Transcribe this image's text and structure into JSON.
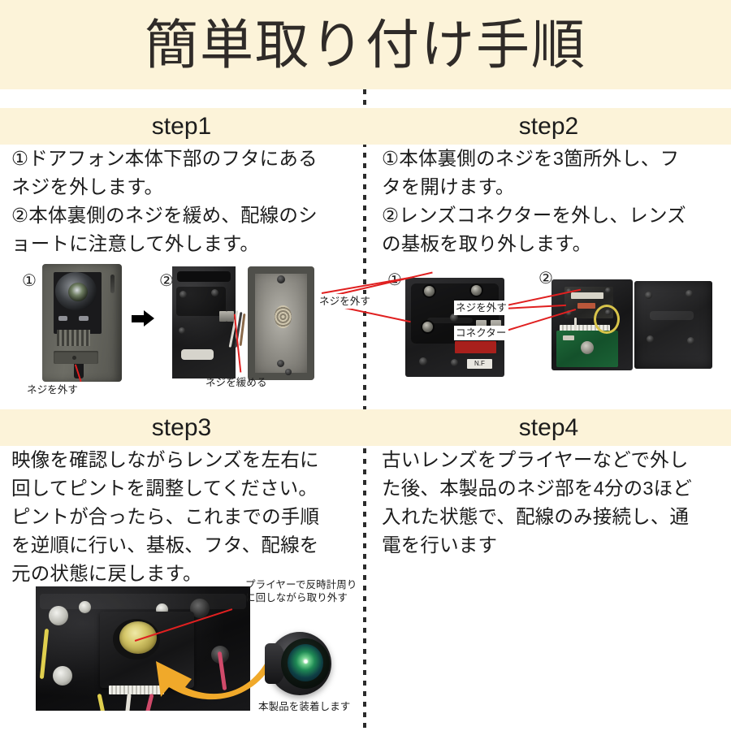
{
  "header": {
    "title": "簡単取り付け手順",
    "band_color": "#fcf3d9"
  },
  "theme": {
    "band_color": "#fcf3d9",
    "text_color": "#1c1c1c",
    "annotation_red": "#e02020",
    "arrow_gold": "#f0a92a",
    "page_background": "#ffffff"
  },
  "steps": [
    {
      "label": "step1",
      "text": "①ドアフォン本体下部のフタにある\nネジを外します。\n②本体裏側のネジを緩め、配線のシ\nョートに注意して外します。",
      "figure_numbers": [
        "①",
        "②"
      ],
      "annotations": [
        {
          "text": "ネジを外す"
        },
        {
          "text": "ネジを緩める"
        }
      ]
    },
    {
      "label": "step2",
      "text": "①本体裏側のネジを3箇所外し、フ\nタを開けます。\n②レンズコネクターを外し、レンズ\nの基板を取り外します。",
      "figure_numbers": [
        "①",
        "②"
      ],
      "annotations": [
        {
          "text": "ネジを外す"
        },
        {
          "text": "ネジを外す"
        },
        {
          "text": "コネクター"
        }
      ],
      "board_label": "N.F"
    },
    {
      "label": "step3",
      "text": "映像を確認しながらレンズを左右に\n回してピントを調整してください。\nピントが合ったら、これまでの手順\nを逆順に行い、基板、フタ、配線を\n元の状態に戻します。",
      "annotations": [
        {
          "text": "プライヤーで反時計周り\nに回しながら取り外す"
        },
        {
          "text": "本製品を装着します"
        }
      ]
    },
    {
      "label": "step4",
      "text": "古いレンズをプライヤーなどで外し\nた後、本製品のネジ部を4分の3ほど\n入れた状態で、配線のみ接続し、通\n電を行います"
    }
  ]
}
